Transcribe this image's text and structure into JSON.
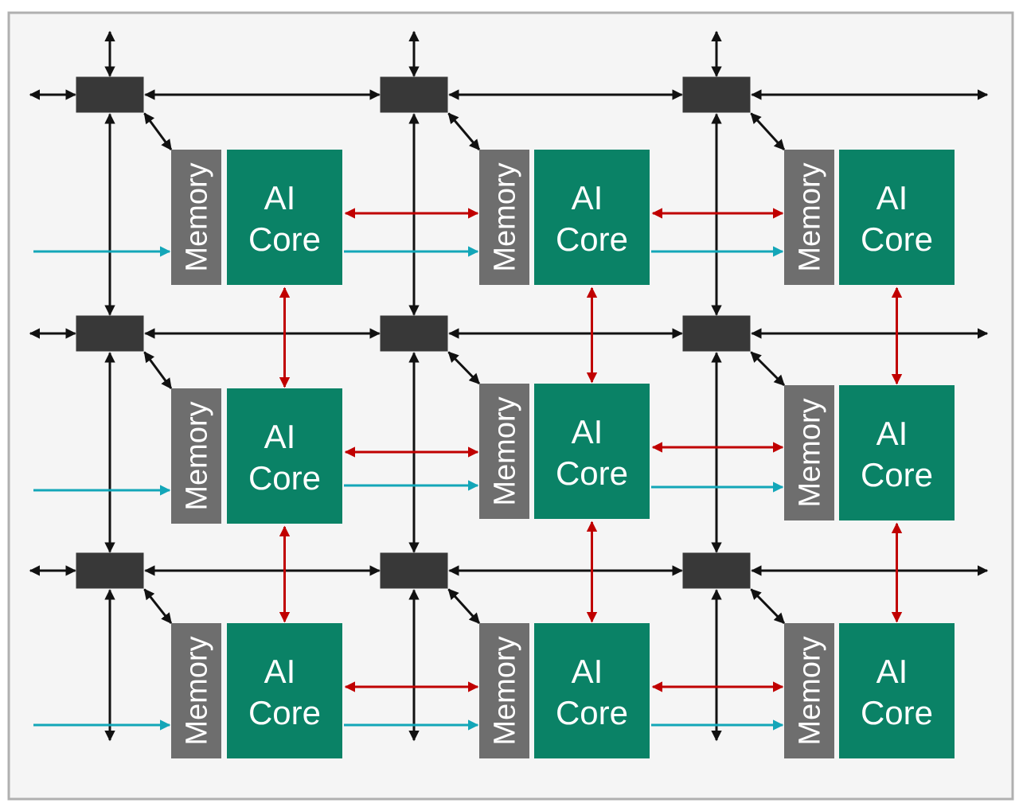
{
  "diagram": {
    "memory_label": "Memory",
    "core_label_line1": "AI",
    "core_label_line2": "Core",
    "grid": {
      "rows": 3,
      "cols": 3
    },
    "colors": {
      "background": "#f5f5f5",
      "frame": "#b0b0b0",
      "router": "#383838",
      "memory": "#6e6e6e",
      "core": "#0a8266",
      "network_arrow": "#111111",
      "core_link_arrow": "#c00000",
      "data_input_arrow": "#13a6b8"
    }
  }
}
